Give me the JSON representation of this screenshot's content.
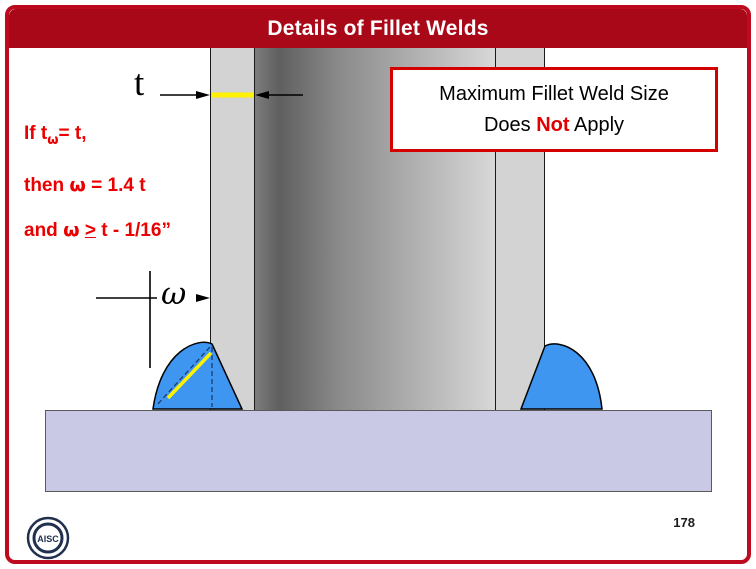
{
  "slide": {
    "title": "Details of Fillet Welds",
    "page_number": "178"
  },
  "callout": {
    "line1": "Maximum Fillet Weld Size",
    "line2_pre": "Does ",
    "line2_emphasis": "Not",
    "line2_post": " Apply"
  },
  "notes": {
    "line1_pre": "If t",
    "line1_sub": "ω",
    "line1_post": "= t,",
    "line2_pre": "then ",
    "line2_omega": "ω",
    "line2_post": " = 1.4 t",
    "line3_pre": "and ",
    "line3_omega": "ω",
    "line3_ineq": ">",
    "line3_post": " t - 1/16”"
  },
  "dimensions": {
    "thickness_label": "t",
    "weld_size_label": "ω"
  },
  "logo": {
    "text": "AISC"
  },
  "colors": {
    "slide_red": "#A90818",
    "callout_border_red": "#D40000",
    "note_red": "#EA0000",
    "weld_blue": "#3E96F0",
    "highlight_yellow": "#FFF200",
    "base_plate_lavender": "#C9C9E6",
    "plate_gray_dark": "#5F5F5F",
    "plate_gray_light": "#D8D8D8"
  }
}
